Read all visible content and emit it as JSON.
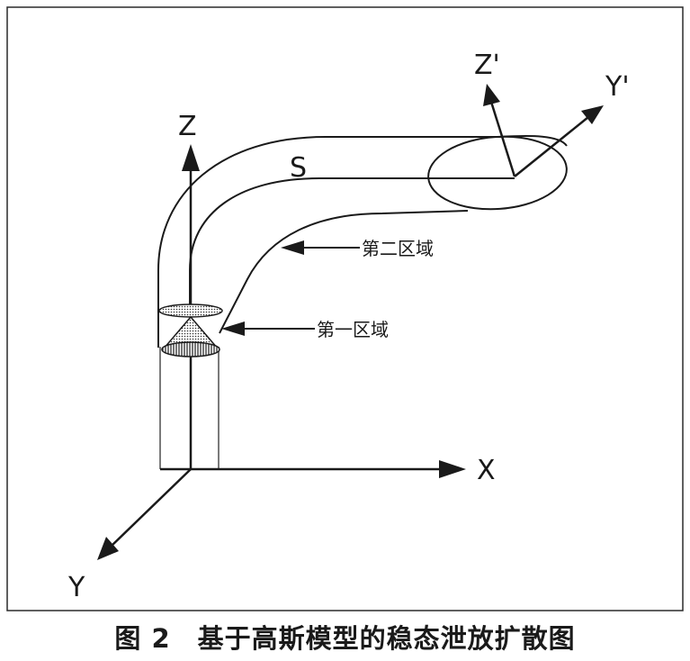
{
  "labels": {
    "z": "Z",
    "x": "X",
    "y": "Y",
    "z_prime": "Z'",
    "y_prime": "Y'",
    "plume": "S",
    "region_two": "第二区域",
    "region_one": "第一区域"
  },
  "caption": "图 2　基于高斯模型的稳态泄放扩散图",
  "colors": {
    "stroke": "#1a1a1a",
    "ground_line": "#7a7a7a",
    "background": "#ffffff"
  }
}
